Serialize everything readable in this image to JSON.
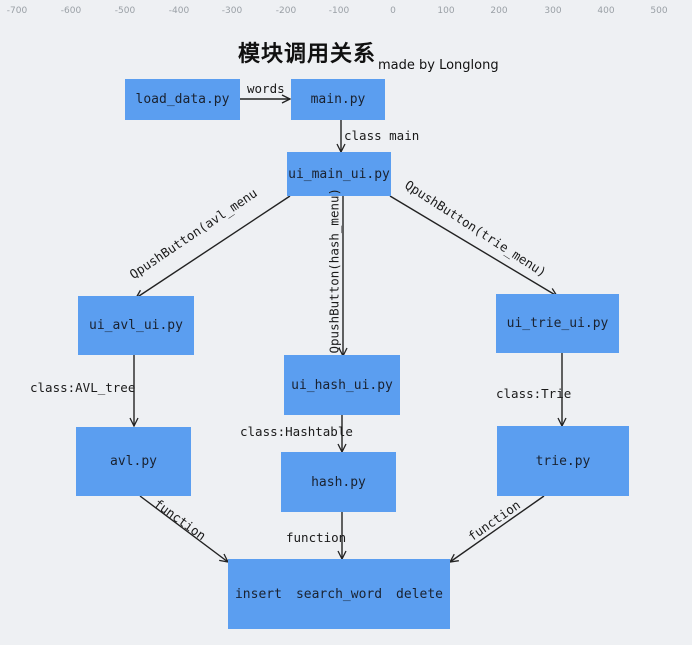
{
  "ruler": {
    "ticks": [
      "-700",
      "-600",
      "-500",
      "-400",
      "-300",
      "-200",
      "-100",
      "0",
      "100",
      "200",
      "300",
      "400",
      "500"
    ]
  },
  "title": "模块调用关系",
  "author": "made by Longlong",
  "nodes": {
    "load_data": "load_data.py",
    "main": "main.py",
    "ui_main": "ui_main_ui.py",
    "ui_avl": "ui_avl_ui.py",
    "ui_hash": "ui_hash_ui.py",
    "ui_trie": "ui_trie_ui.py",
    "avl": "avl.py",
    "hash": "hash.py",
    "trie": "trie.py",
    "ops": {
      "insert": "insert",
      "search": "search_word",
      "delete": "delete"
    }
  },
  "edges": {
    "words": "words",
    "class_main": "class main",
    "avl_menu": "QpushButton(avl_menu",
    "hash_menu": "QpushButton(hash_menu)",
    "trie_menu": "QpushButton(trie_menu)",
    "class_avl": "class:AVL_tree",
    "class_hash": "class:Hashtable",
    "class_trie": "class:Trie",
    "function_left": "function",
    "function_mid": "function",
    "function_right": "function"
  },
  "colors": {
    "node_fill": "#5b9ef0",
    "background": "#eef0f3",
    "edge": "#222222"
  }
}
